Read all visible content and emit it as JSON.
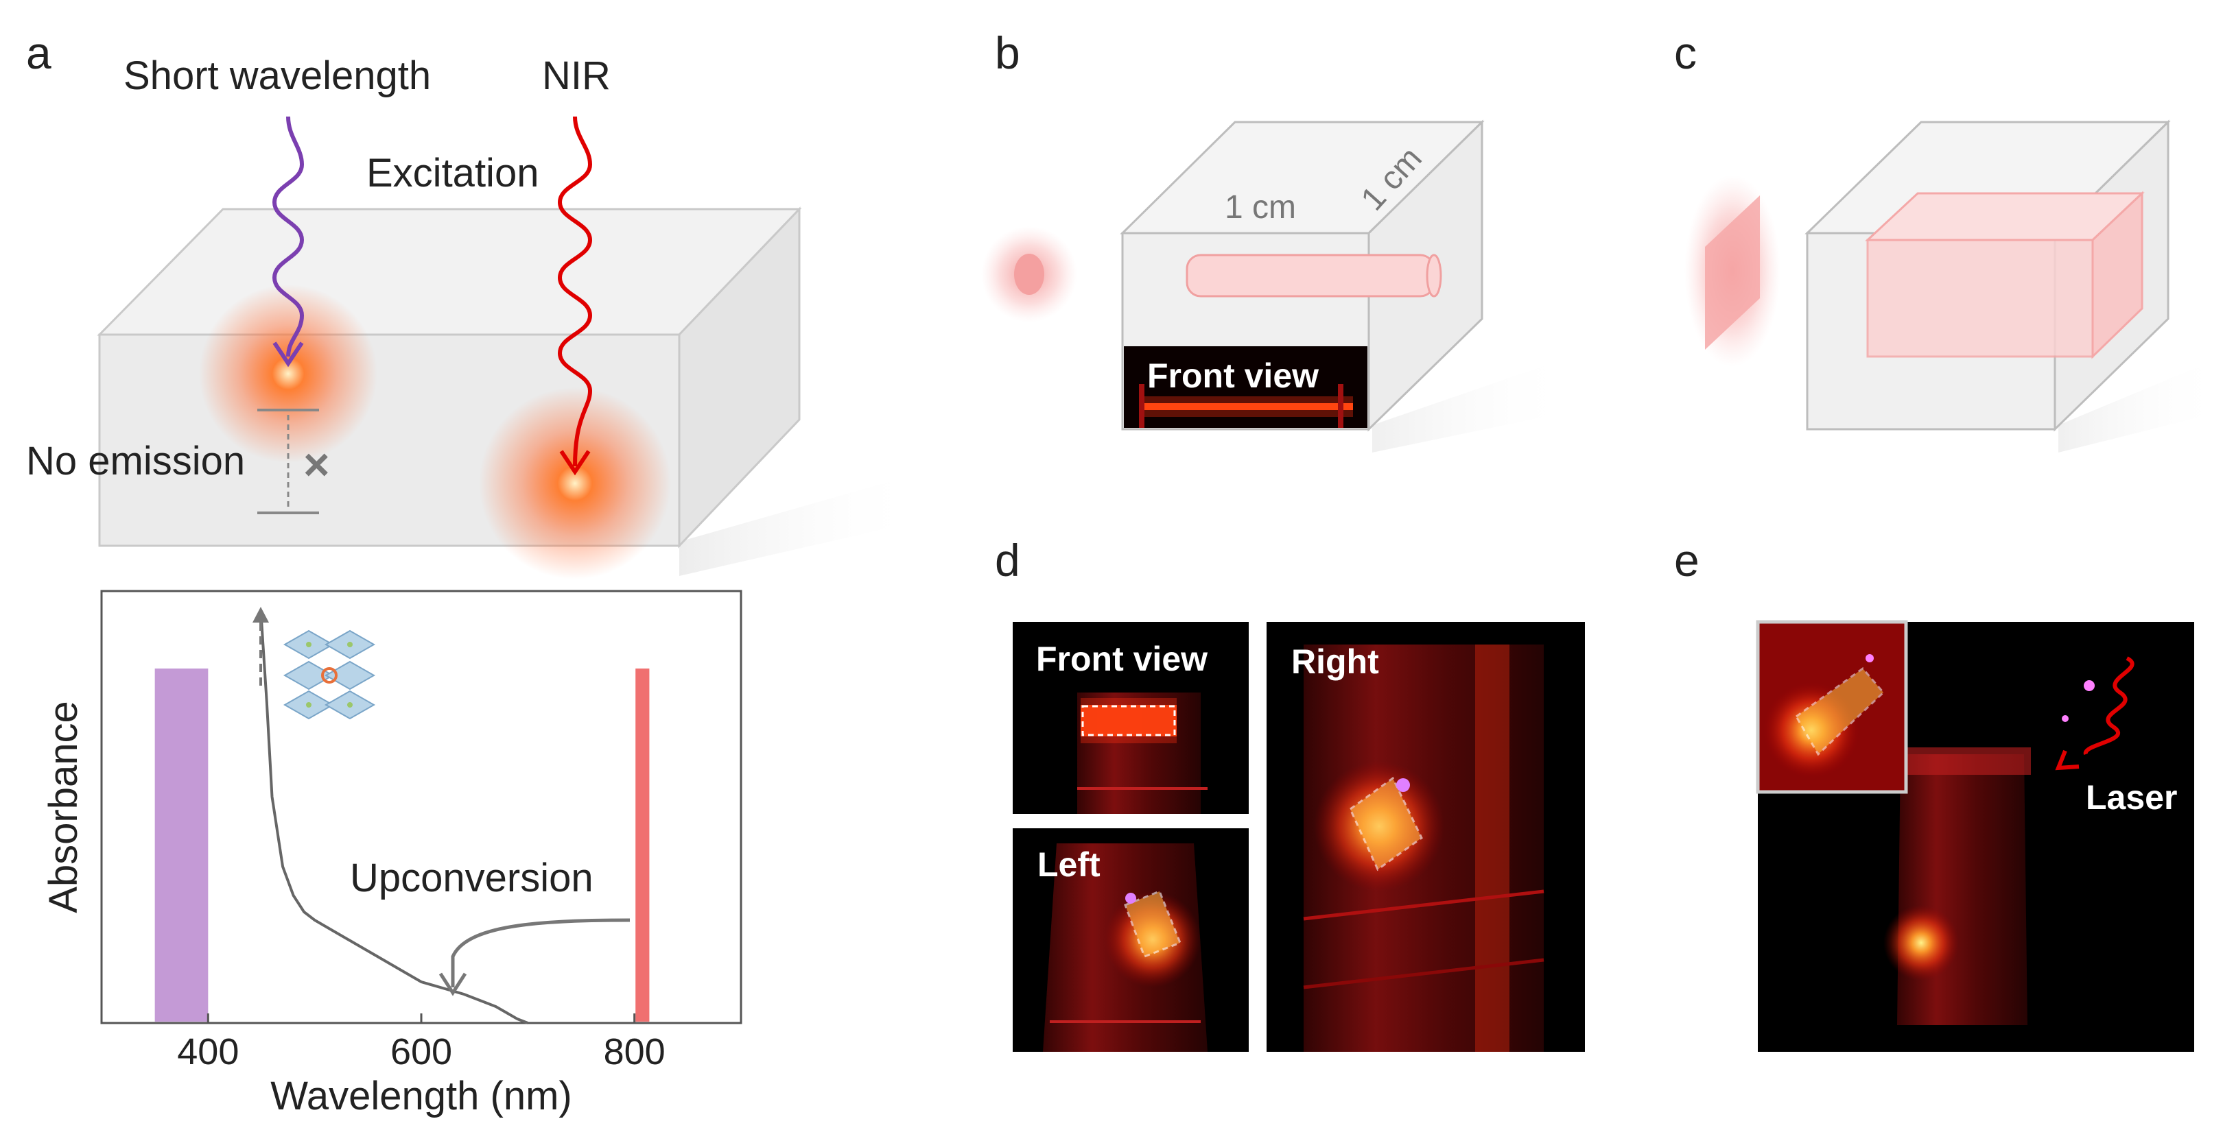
{
  "panels": {
    "a": {
      "label": "a",
      "short_wavelength": "Short wavelength",
      "nir": "NIR",
      "excitation": "Excitation",
      "no_emission": "No emission",
      "cross": "×"
    },
    "b": {
      "label": "b",
      "dim_1": "1 cm",
      "dim_2": "1 cm",
      "front_view": "Front view"
    },
    "c": {
      "label": "c"
    },
    "d": {
      "label": "d",
      "front_view": "Front view",
      "right": "Right",
      "left": "Left"
    },
    "e": {
      "label": "e",
      "laser": "Laser"
    }
  },
  "colors": {
    "short_wavelength_arrow": "#7b3fb0",
    "nir_arrow": "#e00000",
    "violet_band": "#c49ad6",
    "nir_band": "#f07070",
    "glow": "#ff5a1f",
    "curve": "#666666"
  },
  "chart_data": {
    "type": "line",
    "xlabel": "Wavelength (nm)",
    "ylabel": "Absorbance",
    "xlim": [
      300,
      900
    ],
    "ylim": [
      0,
      1
    ],
    "xticks": [
      400,
      600,
      800
    ],
    "series": [
      {
        "x": [
          450,
          455,
          460,
          470,
          480,
          490,
          500,
          520,
          540,
          560,
          580,
          600,
          620,
          640,
          660,
          670,
          680,
          690,
          700
        ],
        "y": [
          0.98,
          0.78,
          0.55,
          0.38,
          0.31,
          0.27,
          0.25,
          0.22,
          0.19,
          0.16,
          0.13,
          0.1,
          0.085,
          0.07,
          0.05,
          0.04,
          0.025,
          0.01,
          0.0
        ]
      }
    ],
    "bands": [
      {
        "x0": 350,
        "x1": 400,
        "color": "#c49ad6"
      },
      {
        "x0": 801,
        "x1": 814,
        "color": "#f07070"
      }
    ],
    "annotations": {
      "upconversion": "Upconversion"
    }
  }
}
